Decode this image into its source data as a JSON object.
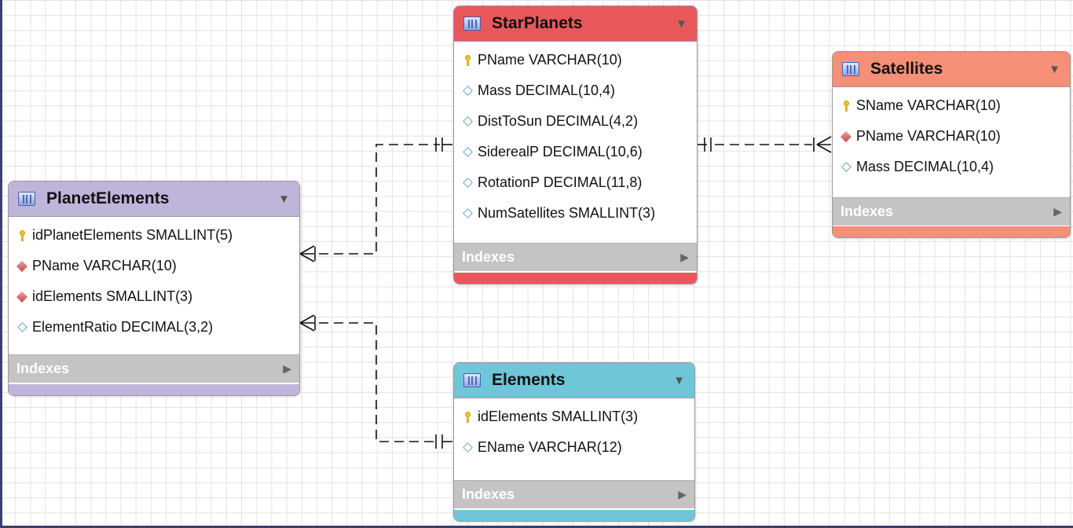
{
  "tables": [
    {
      "id": "starplanets",
      "name": "StarPlanets",
      "header_color": "#e8585a",
      "columns": [
        {
          "text": "PName VARCHAR(10)",
          "icon": "key-icon"
        },
        {
          "text": "Mass DECIMAL(10,4)",
          "icon": "column-diamond-icon"
        },
        {
          "text": "DistToSun DECIMAL(4,2)",
          "icon": "column-diamond-icon"
        },
        {
          "text": "SiderealP DECIMAL(10,6)",
          "icon": "column-diamond-icon"
        },
        {
          "text": "RotationP DECIMAL(11,8)",
          "icon": "column-diamond-icon"
        },
        {
          "text": "NumSatellites SMALLINT(3)",
          "icon": "column-diamond-icon"
        }
      ],
      "indexes_label": "Indexes"
    },
    {
      "id": "satellites",
      "name": "Satellites",
      "header_color": "#f58f77",
      "columns": [
        {
          "text": "SName VARCHAR(10)",
          "icon": "key-icon"
        },
        {
          "text": "PName VARCHAR(10)",
          "icon": "foreign-key-diamond-icon"
        },
        {
          "text": "Mass DECIMAL(10,4)",
          "icon": "column-diamond-icon"
        }
      ],
      "indexes_label": "Indexes"
    },
    {
      "id": "planetelements",
      "name": "PlanetElements",
      "header_color": "#bfb4da",
      "columns": [
        {
          "text": "idPlanetElements SMALLINT(5)",
          "icon": "key-icon"
        },
        {
          "text": "PName VARCHAR(10)",
          "icon": "foreign-key-diamond-icon"
        },
        {
          "text": "idElements SMALLINT(3)",
          "icon": "foreign-key-diamond-icon"
        },
        {
          "text": "ElementRatio DECIMAL(3,2)",
          "icon": "column-diamond-icon"
        }
      ],
      "indexes_label": "Indexes"
    },
    {
      "id": "elements",
      "name": "Elements",
      "header_color": "#6ec6d8",
      "columns": [
        {
          "text": "idElements SMALLINT(3)",
          "icon": "key-icon"
        },
        {
          "text": "EName VARCHAR(12)",
          "icon": "column-diamond-icon"
        }
      ],
      "indexes_label": "Indexes"
    }
  ],
  "relationships": [
    {
      "from": "PlanetElements",
      "to": "StarPlanets",
      "cardinality": "many-to-one"
    },
    {
      "from": "Satellites",
      "to": "StarPlanets",
      "cardinality": "many-to-one"
    },
    {
      "from": "PlanetElements",
      "to": "Elements",
      "cardinality": "many-to-one"
    }
  ]
}
